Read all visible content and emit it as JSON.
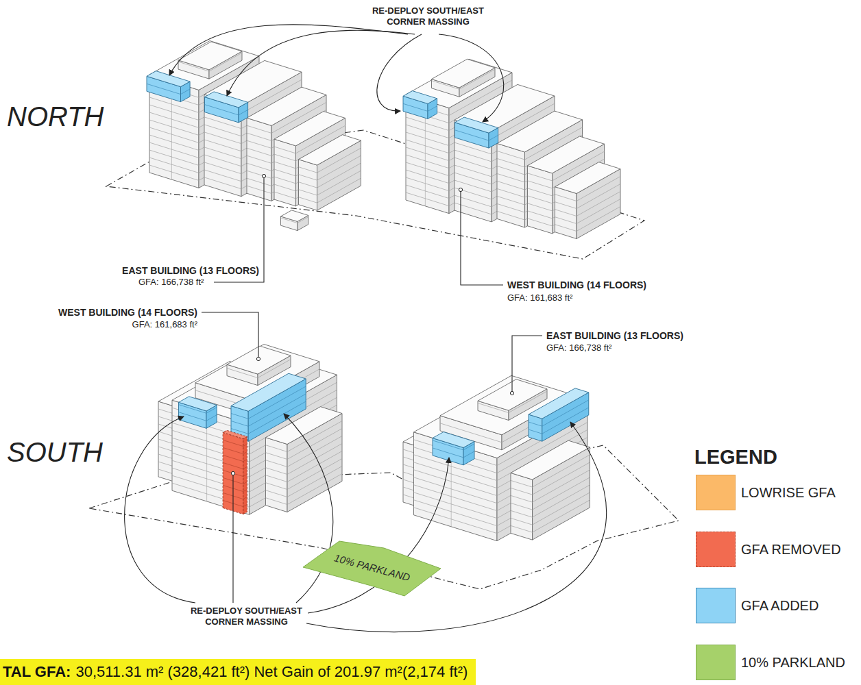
{
  "diagram": {
    "nodes": [
      {
        "text": [
          "10% PARKLAND"
        ]
      },
      {
        "text": [
          "TAL GFA:",
          "30,511.31 m² (328,421 ft²) Net Gain of 201.97 m²(2,174 ft²)"
        ]
      }
    ],
    "labels": [
      "RE-DEPLOY SOUTH/EAST CORNER MASSING",
      "NORTH",
      "EAST BUILDING (13 FLOORS)",
      "GFA: 166,738 ft²",
      "WEST BUILDING (14 FLOORS)",
      "GFA: 161,683 ft²",
      "WEST BUILDING (14 FLOORS)",
      "GFA: 161,683 ft²",
      "EAST BUILDING (13 FLOORS)",
      "GFA: 166,738 ft²",
      "SOUTH",
      "RE-DEPLOY SOUTH/EAST CORNER MASSING",
      "LEGEND"
    ],
    "legend": [
      {
        "text": "LOWRISE GFA",
        "color": "#fbb968"
      },
      {
        "text": "GFA REMOVED",
        "color": "#f26b50"
      },
      {
        "text": "GFA ADDED",
        "color": "#8ed3f5"
      },
      {
        "text": "10% PARKLAND",
        "color": "#a6d16a"
      }
    ]
  }
}
